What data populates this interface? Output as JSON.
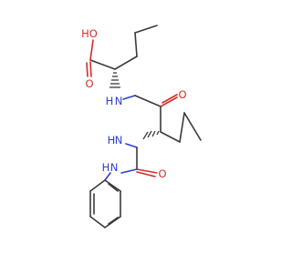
{
  "atoms": {
    "ho": "HO",
    "o_acid": "O",
    "nh_amide": "N",
    "nh_amide_h": "H",
    "o_amide": "O",
    "nh_urea1": "N",
    "nh_urea1_h": "H",
    "o_urea": "O",
    "nh_urea2": "N",
    "nh_urea2_h": "H"
  },
  "colors": {
    "carbon": "#3a3a3a",
    "oxygen": "#d82a2a",
    "nitrogen": "#2b3fd6"
  }
}
